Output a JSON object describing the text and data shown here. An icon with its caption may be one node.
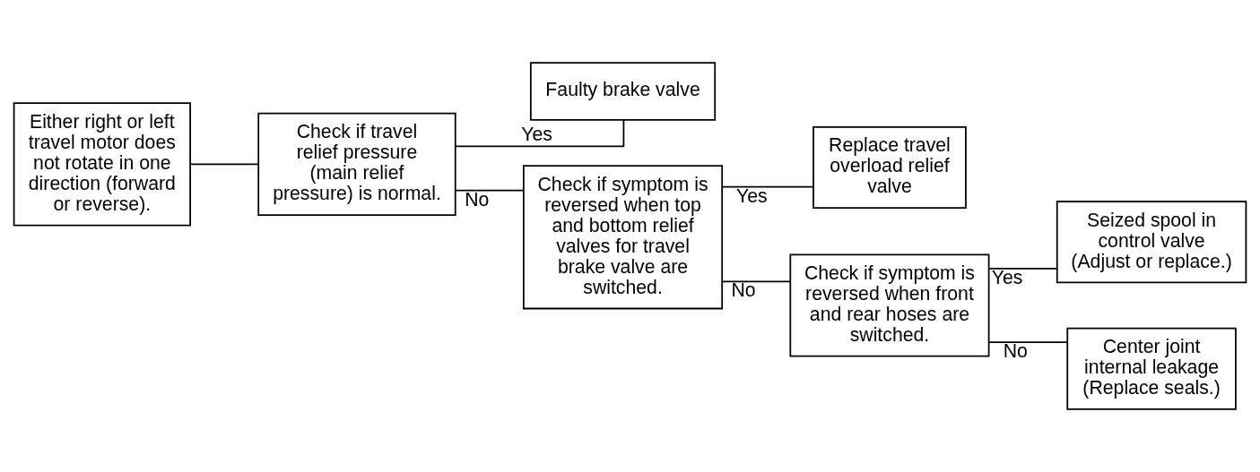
{
  "diagram": {
    "nodes": [
      {
        "text": [
          "Either right or left travel motor does not rotate in one direction (forward or reverse)."
        ]
      },
      {
        "text": [
          "Check if travel relief pressure (main relief pressure) is normal."
        ]
      },
      {
        "text": [
          "Faulty brake valve"
        ]
      },
      {
        "text": [
          "Check if symptom is reversed when top and bottom relief valves for travel brake valve are switched."
        ]
      },
      {
        "text": [
          "Replace travel overload relief valve"
        ]
      },
      {
        "text": [
          "Check if symptom is reversed when front and rear hoses are switched."
        ]
      },
      {
        "text": [
          "Seized spool in control valve (Adjust or replace.)"
        ]
      },
      {
        "text": [
          "Center joint internal leakage (Replace seals.)"
        ]
      }
    ],
    "edges": [
      {
        "from": 0,
        "to": 1,
        "arrow": "none"
      },
      {
        "from": 1,
        "to": 2,
        "arrow": "none",
        "label": "Yes"
      },
      {
        "from": 1,
        "to": 3,
        "arrow": "none",
        "label": "No"
      },
      {
        "from": 3,
        "to": 4,
        "arrow": "none",
        "label": "Yes"
      },
      {
        "from": 3,
        "to": 5,
        "arrow": "none",
        "label": "No"
      },
      {
        "from": 5,
        "to": 6,
        "arrow": "none",
        "label": "Yes"
      },
      {
        "from": 5,
        "to": 7,
        "arrow": "none",
        "label": "No"
      }
    ]
  }
}
